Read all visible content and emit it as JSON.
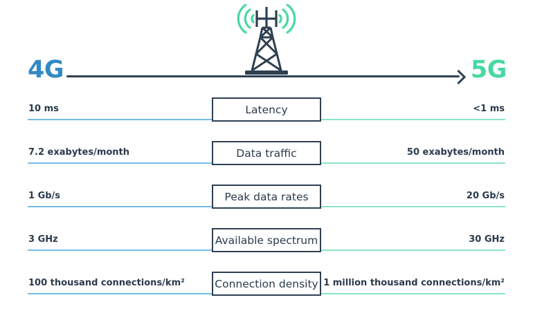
{
  "header": {
    "left_generation": "4G",
    "right_generation": "5G",
    "tower_icon": "cell-tower-icon"
  },
  "colors": {
    "navy": "#2e3f51",
    "text": "#2b3a4d",
    "blue_4g": "#3289c3",
    "green_5g": "#47d9a1",
    "line_4g_side": "#74bde8",
    "line_5g_side": "#8ae5c6"
  },
  "rows": [
    {
      "metric": "Latency",
      "left": "10 ms",
      "right": "<1 ms"
    },
    {
      "metric": "Data traffic",
      "left": "7.2 exabytes/month",
      "right": "50 exabytes/month"
    },
    {
      "metric": "Peak data rates",
      "left": "1 Gb/s",
      "right": "20 Gb/s"
    },
    {
      "metric": "Available spectrum",
      "left": "3 GHz",
      "right": "30 GHz"
    },
    {
      "metric": "Connection density",
      "left": "100 thousand connections/km²",
      "right": "1 million thousand connections/km²"
    }
  ]
}
